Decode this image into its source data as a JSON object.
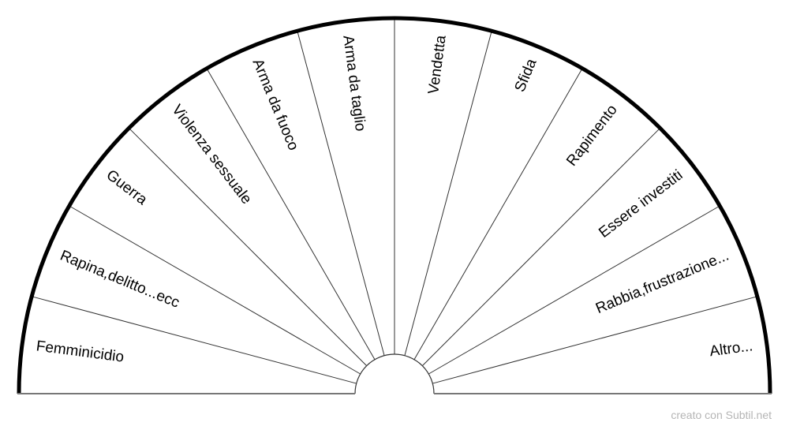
{
  "diagram": {
    "type": "semicircle-sector-chart",
    "sectors": [
      "Femminicidio",
      "Rapina,delitto...ecc",
      "Guerra",
      "Violenza sessuale",
      "Arma da fuoco",
      "Arma da taglio",
      "Vendetta",
      "Sfida",
      "Rapimento",
      "Essere investiti",
      "Rabbia,frustrazione...",
      "Altro..."
    ],
    "colors": {
      "arc": "#000000",
      "lines": "#333333",
      "baseline": "#777777",
      "credit": "#b5b5b5"
    }
  },
  "footer": {
    "credit": "creato con Subtil.net"
  }
}
